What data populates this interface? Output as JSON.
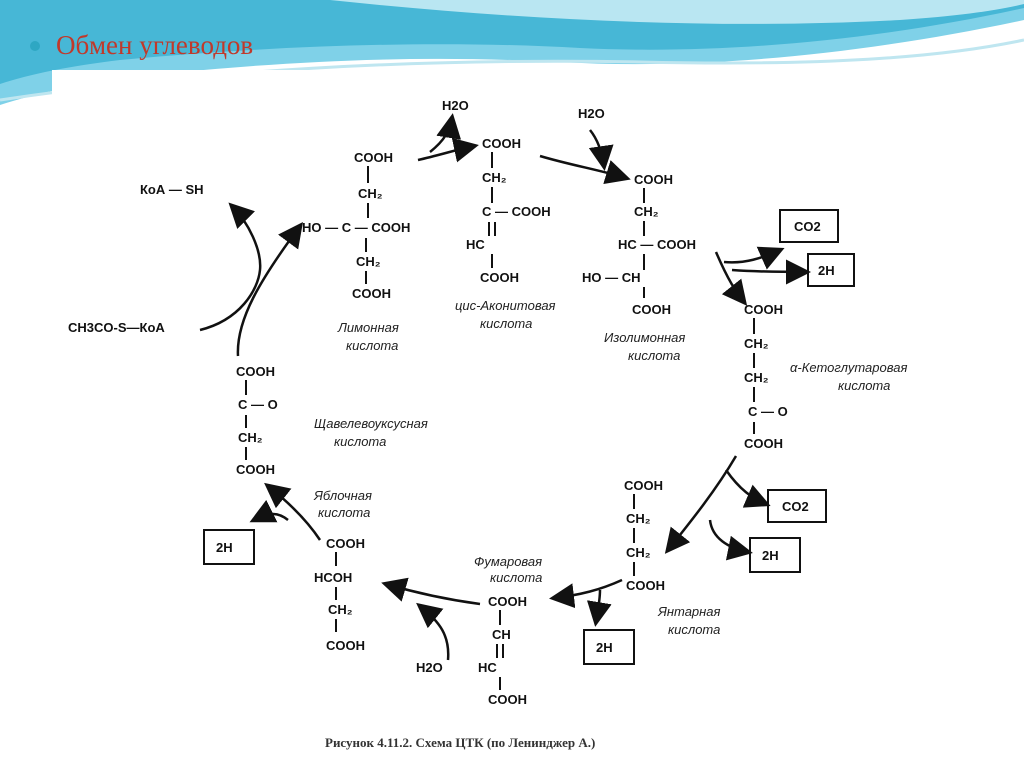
{
  "slide": {
    "title": "Обмен углеводов"
  },
  "diagram": {
    "caption": "Рисунок 4.11.2. Схема ЦТК (по Ленинджер А.)",
    "names": {
      "citric": [
        "Лимонная",
        "кислота"
      ],
      "cis_aconitic": [
        "цис-Аконитовая",
        "кислота"
      ],
      "isocitric": [
        "Изолимонная",
        "кислота"
      ],
      "ketoglutaric": [
        "α-Кетоглутаровая",
        "кислота"
      ],
      "succinic": [
        "Янтарная",
        "кислота"
      ],
      "fumaric": [
        "Фумаровая",
        "кислота"
      ],
      "malic": [
        "Яблочная",
        "кислота"
      ],
      "oxaloacetic": [
        "Щавелевоуксусная",
        "кислота"
      ]
    },
    "reagents": {
      "h2o_top": "H2O",
      "h2o_aconitase": "H2O",
      "h2o_fumarase": "H2O",
      "koa_sh": "КоА — SH",
      "acetyl_coa": "CH3CO-S—КоА",
      "co2_1": "CO2",
      "co2_2": "CO2",
      "h2_isocitrate": "2H",
      "h2_ketoglutarate": "2H",
      "h2_succinate": "2H",
      "h2_malate": "2H"
    }
  }
}
